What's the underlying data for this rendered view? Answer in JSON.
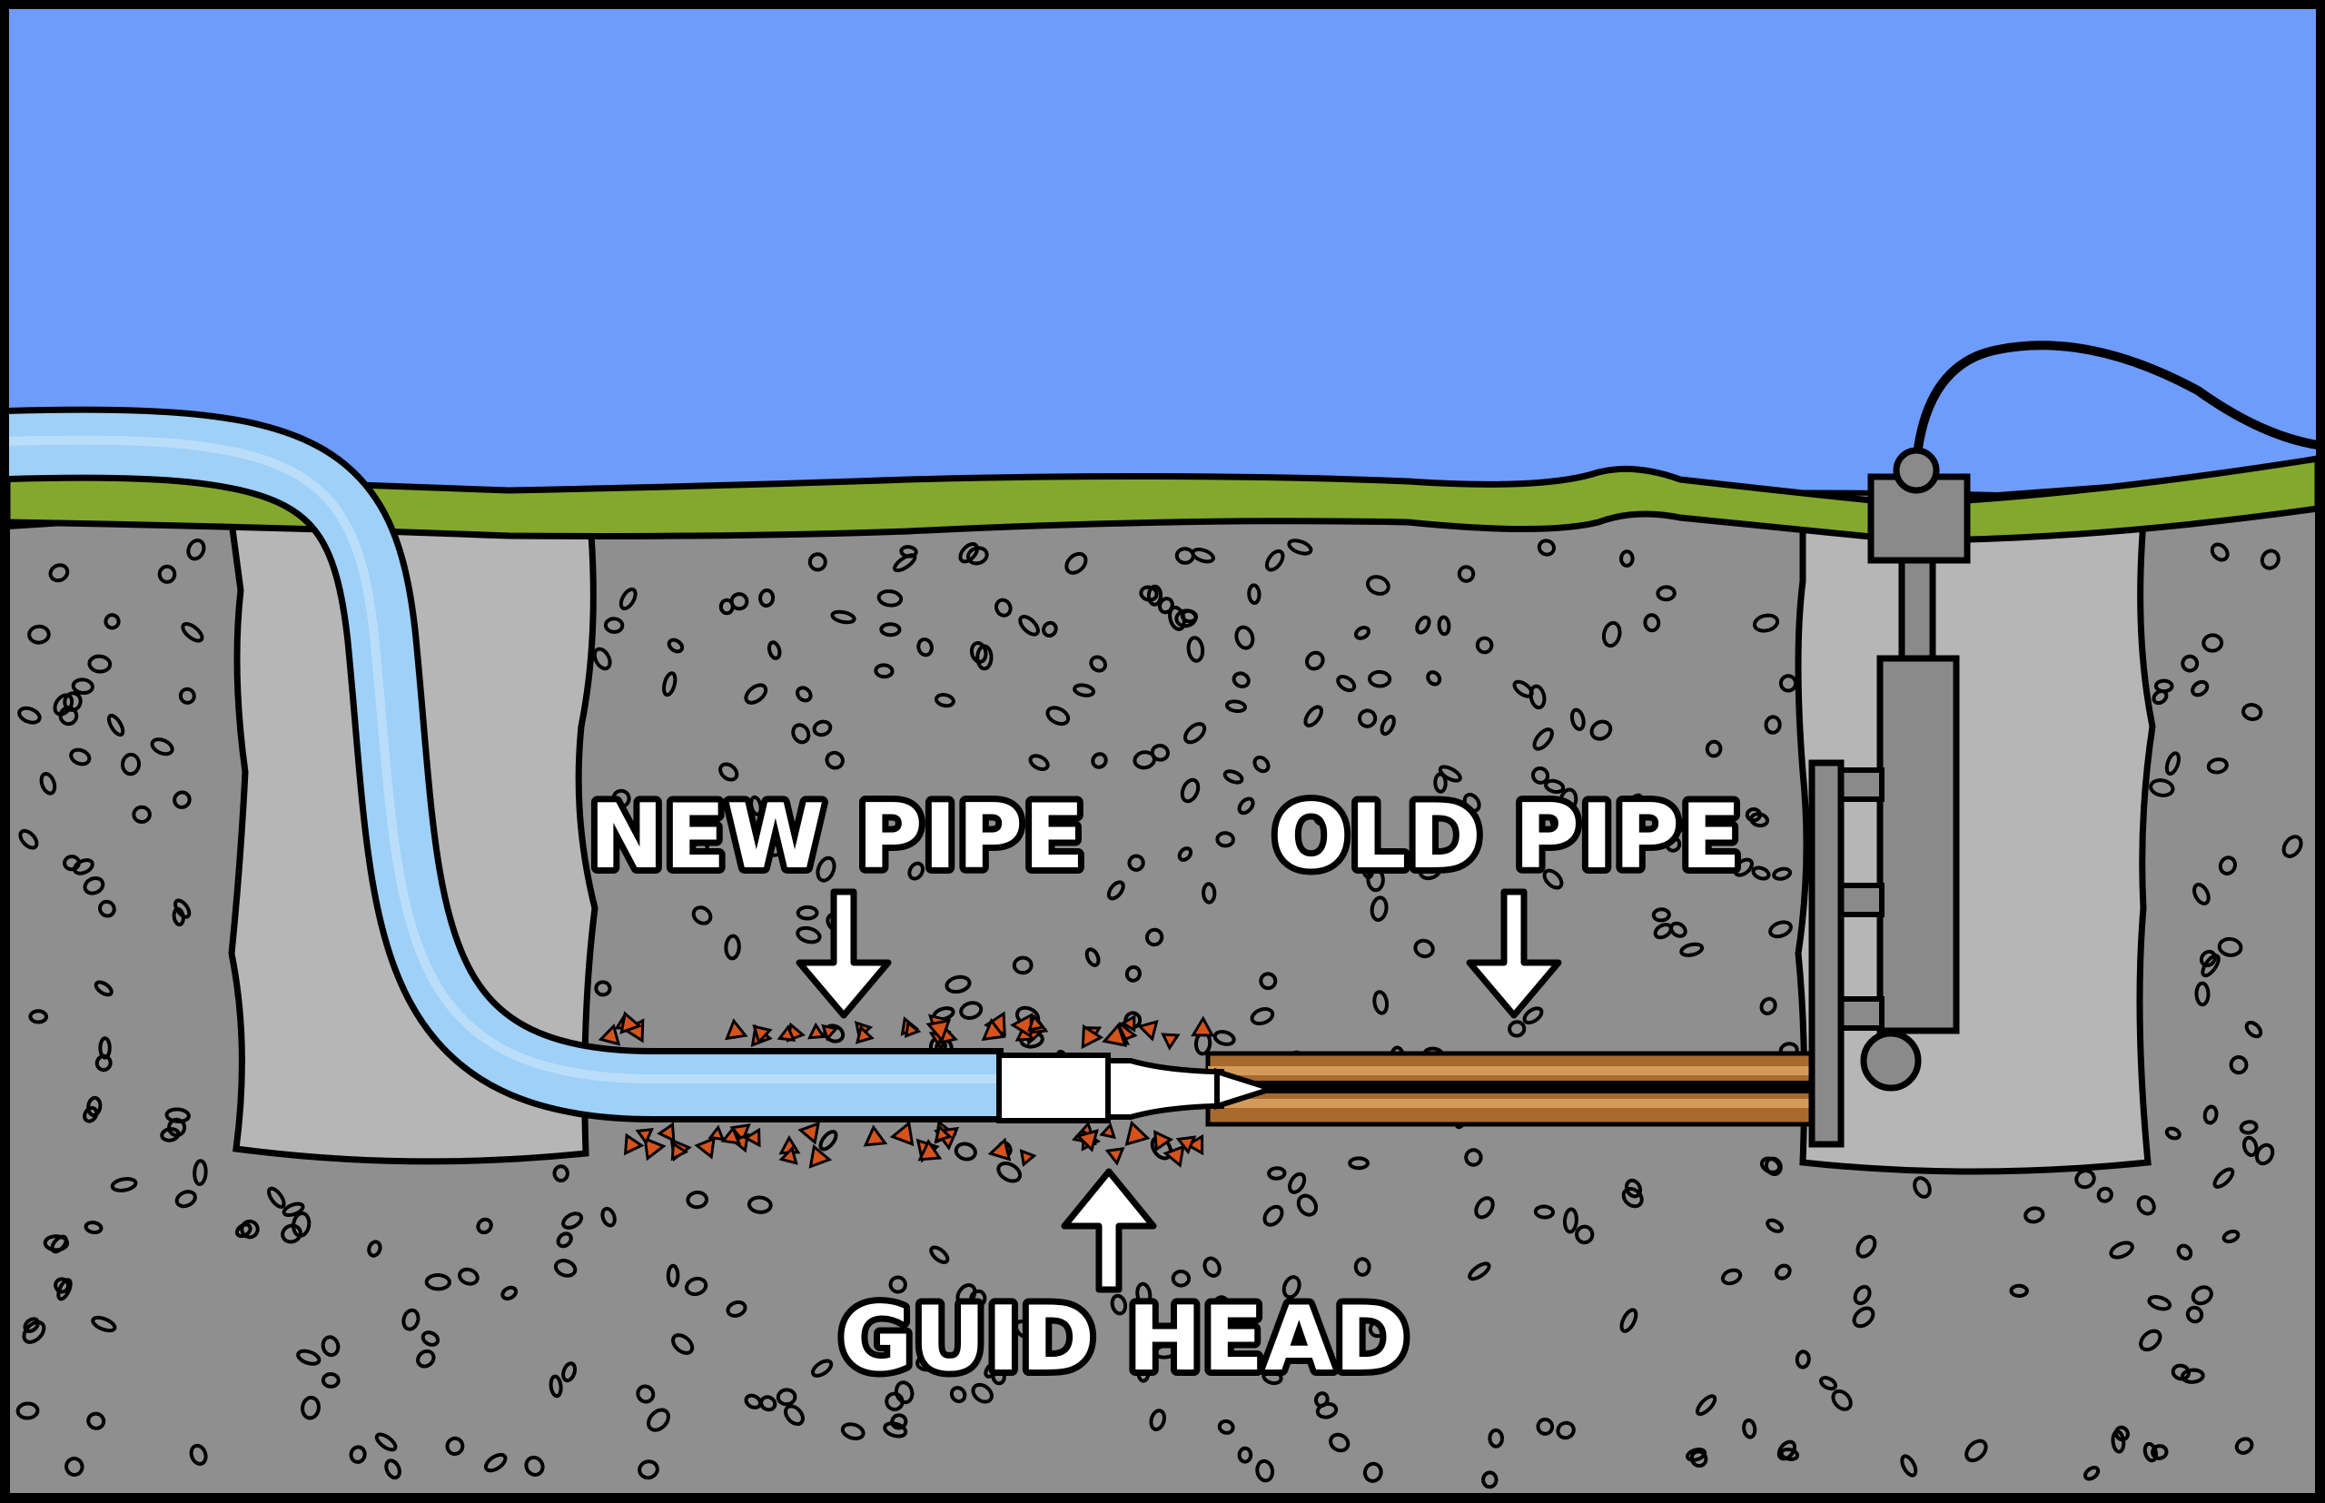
{
  "labels": {
    "new_pipe": "NEW PIPE",
    "old_pipe": "OLD PIPE",
    "guide_head": "GUID HEAD"
  },
  "icons": {
    "new_pipe_arrow": "arrow-down-icon",
    "old_pipe_arrow": "arrow-down-icon",
    "guide_head_arrow": "arrow-up-icon"
  },
  "colors": {
    "sky": "#6e9cfc",
    "grass": "#84a82e",
    "soil": "#8f8f8f",
    "pit": "#b6b6b6",
    "new_pipe": "#9fd0f7",
    "old_pipe": "#a86a2c",
    "debris": "#d6531c",
    "machine": "#8a8a8a",
    "outline": "#000000",
    "label_fill": "#ffffff"
  }
}
